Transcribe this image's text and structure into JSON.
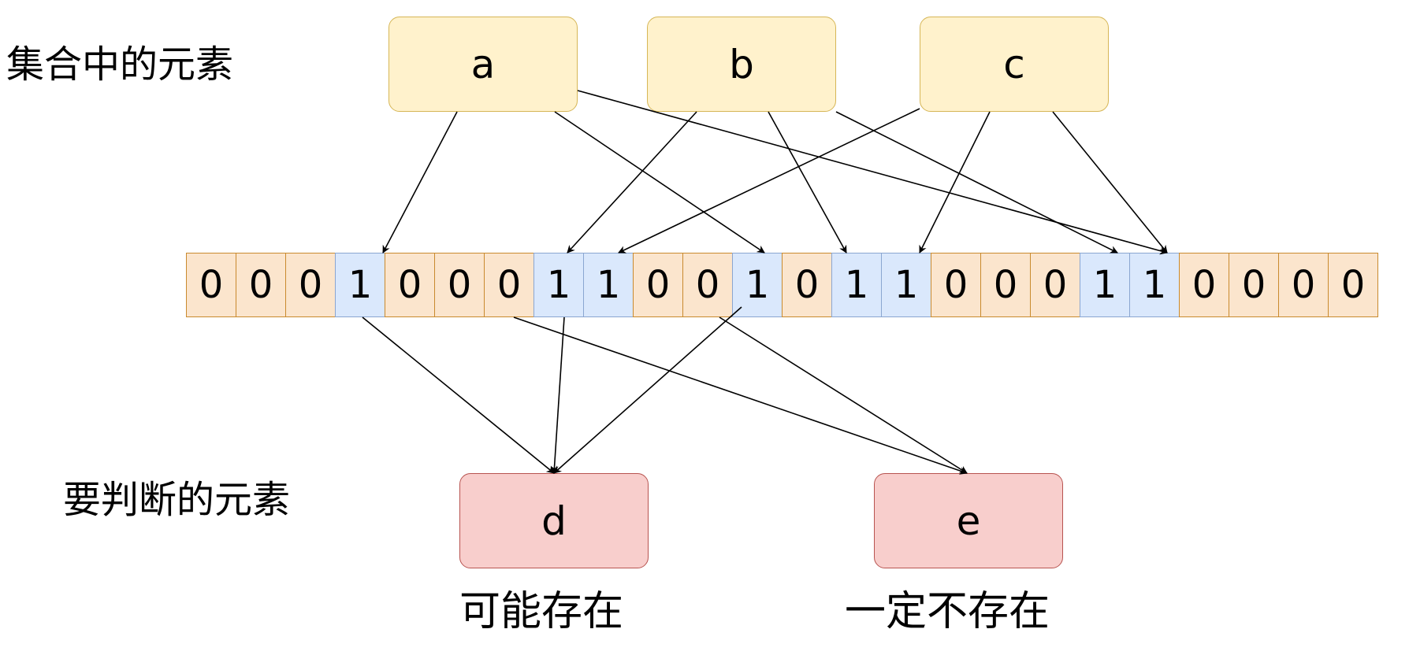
{
  "labels": {
    "set_elements": "集合中的元素",
    "query_elements": "要判断的元素"
  },
  "set_nodes": [
    {
      "id": "a",
      "label": "a"
    },
    {
      "id": "b",
      "label": "b"
    },
    {
      "id": "c",
      "label": "c"
    }
  ],
  "query_nodes": [
    {
      "id": "d",
      "label": "d",
      "caption": "可能存在"
    },
    {
      "id": "e",
      "label": "e",
      "caption": "一定不存在"
    }
  ],
  "bits": [
    0,
    0,
    0,
    1,
    0,
    0,
    0,
    1,
    1,
    0,
    0,
    1,
    0,
    1,
    1,
    0,
    0,
    0,
    1,
    1,
    0,
    0,
    0,
    0
  ],
  "mappings": {
    "a": [
      3,
      11,
      19
    ],
    "b": [
      7,
      13,
      18
    ],
    "c": [
      8,
      14,
      19
    ],
    "d": [
      3,
      7,
      11
    ],
    "e": [
      6,
      10
    ]
  },
  "colors": {
    "set_fill": "#fff2cc",
    "set_stroke": "#d6b656",
    "query_fill": "#f8cecc",
    "query_stroke": "#b85450",
    "bit_zero_fill": "#fbe5cd",
    "bit_one_fill": "#dae8fc"
  }
}
